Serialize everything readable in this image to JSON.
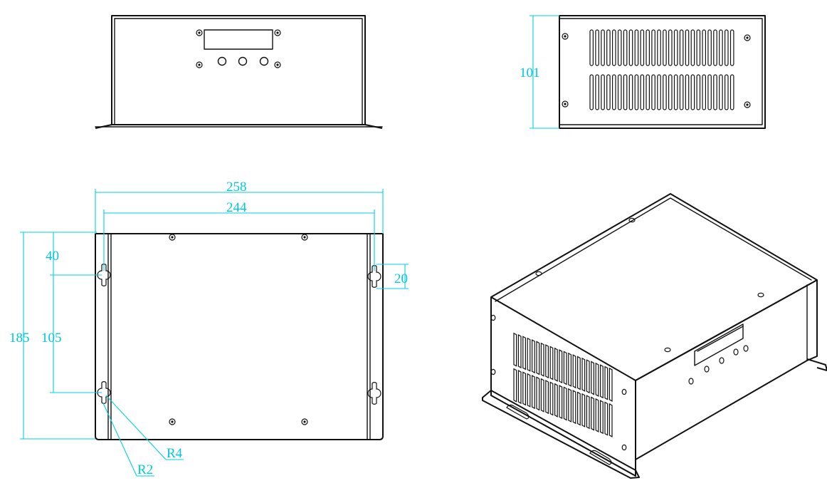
{
  "colors": {
    "line": "#111111",
    "dimension": "#00c8dc",
    "background": "#ffffff"
  },
  "dimensions": {
    "overall_width": "258",
    "inner_width": "244",
    "height_side": "101",
    "overall_depth": "185",
    "top_offset": "40",
    "slot_spacing": "105",
    "slot_length": "20",
    "radius_outer": "R4",
    "radius_inner": "R2"
  }
}
